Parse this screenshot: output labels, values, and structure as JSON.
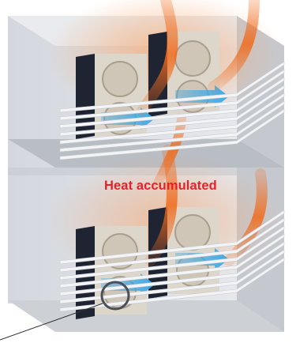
{
  "diagram": {
    "caption": "Heat accumulated",
    "caption_color": "#e8202a",
    "colors": {
      "wall": "#dde0e5",
      "wall_dark": "#c9cdd3",
      "floor": "#b9bdc4",
      "louver": "#f3f4f6",
      "unit_body": "#d9d2c6",
      "fan": "#cfc6b7",
      "coil": "#1f2433",
      "cool_air": "#3aa8e6",
      "hot_air": "#f06a1c"
    },
    "icons": [
      "wall-panel",
      "outdoor-ac-unit",
      "louver-slats",
      "cool-airflow-arrow",
      "hot-airflow-arrow",
      "callout-circle",
      "leader-line"
    ]
  }
}
